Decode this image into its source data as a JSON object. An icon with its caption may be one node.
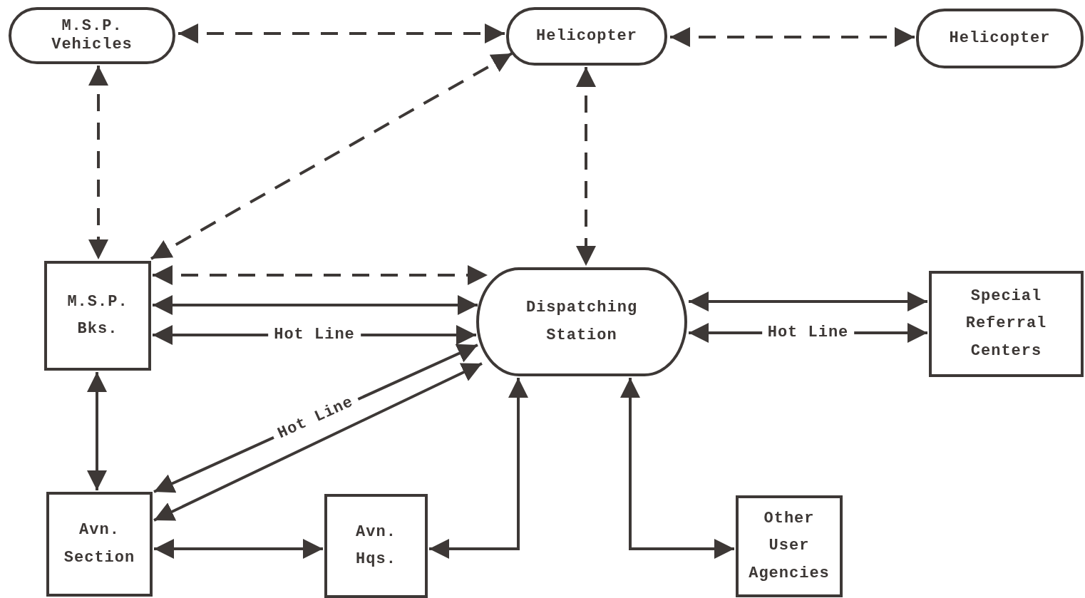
{
  "diagram": {
    "nodes": [
      {
        "text": [
          "M.S.P. Vehicles"
        ]
      },
      {
        "text": [
          "Helicopter"
        ]
      },
      {
        "text": [
          "Helicopter"
        ]
      },
      {
        "text": [
          "M.S.P. Bks."
        ]
      },
      {
        "text": [
          "Dispatching Station"
        ]
      },
      {
        "text": [
          "Special Referral Centers"
        ]
      },
      {
        "text": [
          "Avn. Section"
        ]
      },
      {
        "text": [
          "Avn. Hqs."
        ]
      },
      {
        "text": [
          "Other User Agencies"
        ]
      }
    ],
    "edges": [
      {
        "from": 0,
        "to": 1,
        "arrow": "both",
        "style": "dashed"
      },
      {
        "from": 1,
        "to": 2,
        "arrow": "both",
        "style": "dashed"
      },
      {
        "from": 0,
        "to": 3,
        "arrow": "both",
        "style": "dashed"
      },
      {
        "from": 3,
        "to": 1,
        "arrow": "both",
        "style": "dashed"
      },
      {
        "from": 1,
        "to": 4,
        "arrow": "both",
        "style": "dashed"
      },
      {
        "from": 3,
        "to": 4,
        "arrow": "both",
        "style": "dashed"
      },
      {
        "from": 3,
        "to": 4,
        "arrow": "both"
      },
      {
        "from": 3,
        "to": 4,
        "arrow": "both",
        "label": "Hot Line"
      },
      {
        "from": 6,
        "to": 4,
        "arrow": "both",
        "label": "Hot Line"
      },
      {
        "from": 6,
        "to": 4,
        "arrow": "both"
      },
      {
        "from": 4,
        "to": 5,
        "arrow": "both"
      },
      {
        "from": 4,
        "to": 5,
        "arrow": "both",
        "label": "Hot Line"
      },
      {
        "from": 3,
        "to": 6,
        "arrow": "both"
      },
      {
        "from": 6,
        "to": 7,
        "arrow": "both"
      },
      {
        "from": 4,
        "to": 7,
        "arrow": "both"
      },
      {
        "from": 4,
        "to": 8,
        "arrow": "both"
      }
    ]
  }
}
